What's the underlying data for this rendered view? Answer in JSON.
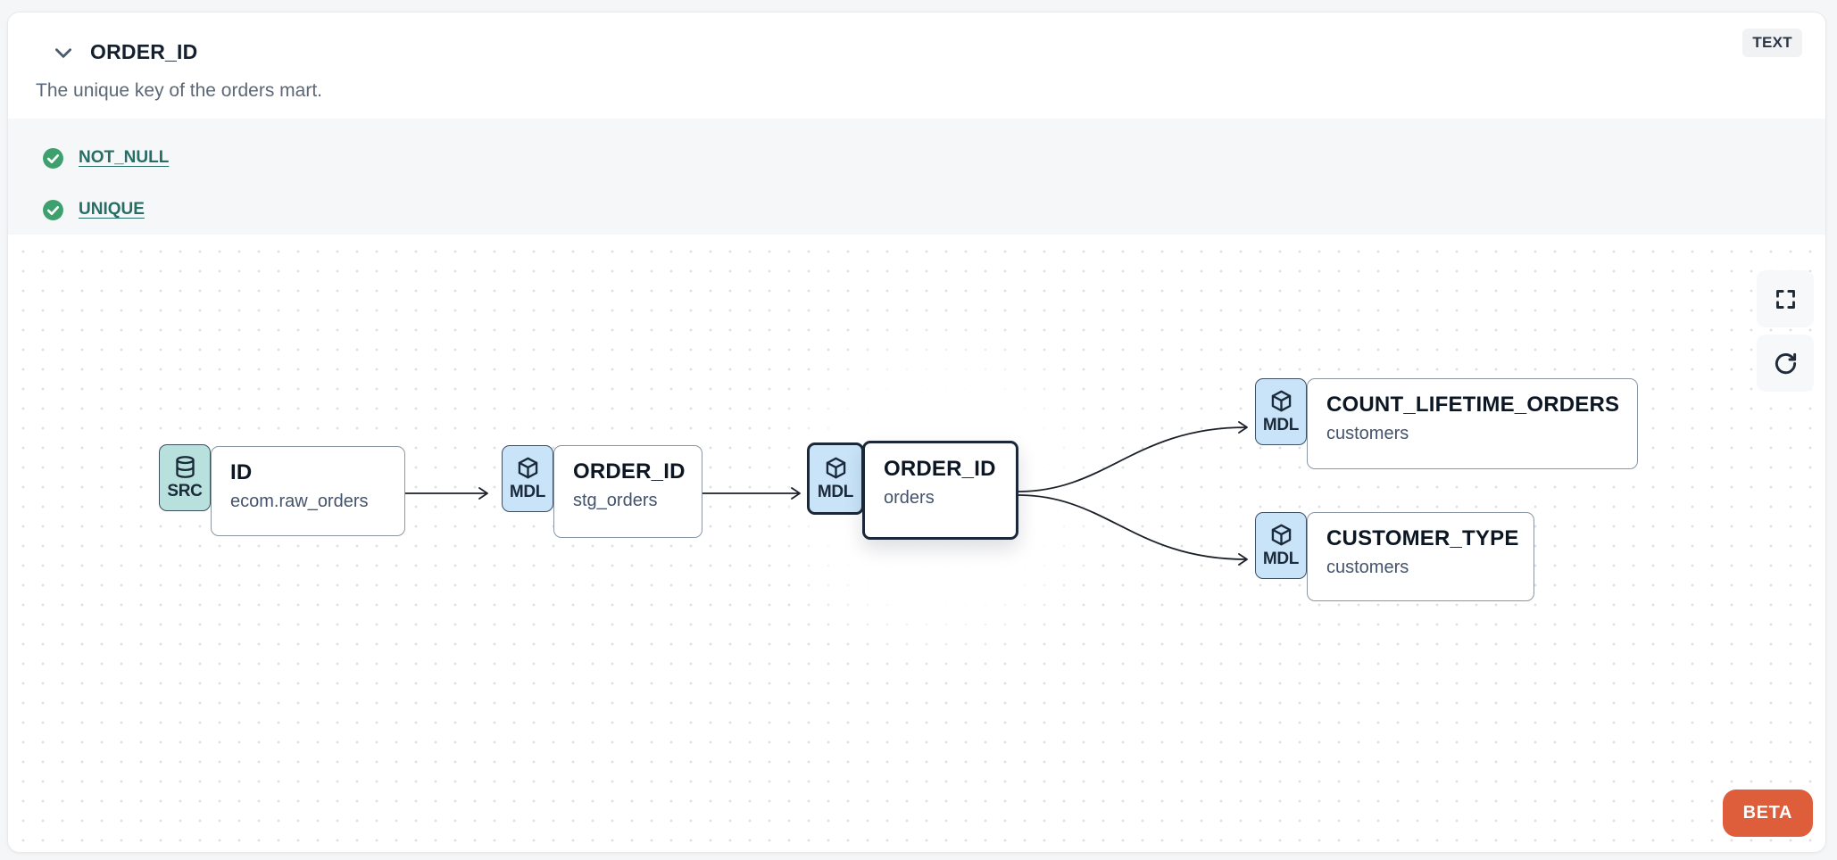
{
  "header": {
    "title": "ORDER_ID",
    "type_badge": "TEXT",
    "description": "The unique key of the orders mart."
  },
  "tests": {
    "items": [
      {
        "label": "NOT_NULL",
        "status": "pass",
        "icon": "check-circle-icon"
      },
      {
        "label": "UNIQUE",
        "status": "pass",
        "icon": "check-circle-icon"
      }
    ],
    "pass_color": "#3fa06f",
    "link_color": "#266d66"
  },
  "lineage": {
    "nodes": [
      {
        "id": "source",
        "badge": "SRC",
        "icon": "database-icon",
        "title": "ID",
        "subtitle": "ecom.raw_orders",
        "selected": false
      },
      {
        "id": "staging",
        "badge": "MDL",
        "icon": "cube-icon",
        "title": "ORDER_ID",
        "subtitle": "stg_orders",
        "selected": false
      },
      {
        "id": "mart",
        "badge": "MDL",
        "icon": "cube-icon",
        "title": "ORDER_ID",
        "subtitle": "orders",
        "selected": true
      },
      {
        "id": "count",
        "badge": "MDL",
        "icon": "cube-icon",
        "title": "COUNT_LIFETIME_ORDERS",
        "subtitle": "customers",
        "selected": false
      },
      {
        "id": "ctype",
        "badge": "MDL",
        "icon": "cube-icon",
        "title": "CUSTOMER_TYPE",
        "subtitle": "customers",
        "selected": false
      }
    ],
    "edges": [
      {
        "from": "source",
        "to": "staging"
      },
      {
        "from": "staging",
        "to": "mart"
      },
      {
        "from": "mart",
        "to": "count"
      },
      {
        "from": "mart",
        "to": "ctype"
      }
    ],
    "badge_colors": {
      "SRC": "#b8e0dc",
      "MDL": "#c9e4f9"
    },
    "beta_label": "BETA",
    "beta_color": "#de5e3b"
  }
}
